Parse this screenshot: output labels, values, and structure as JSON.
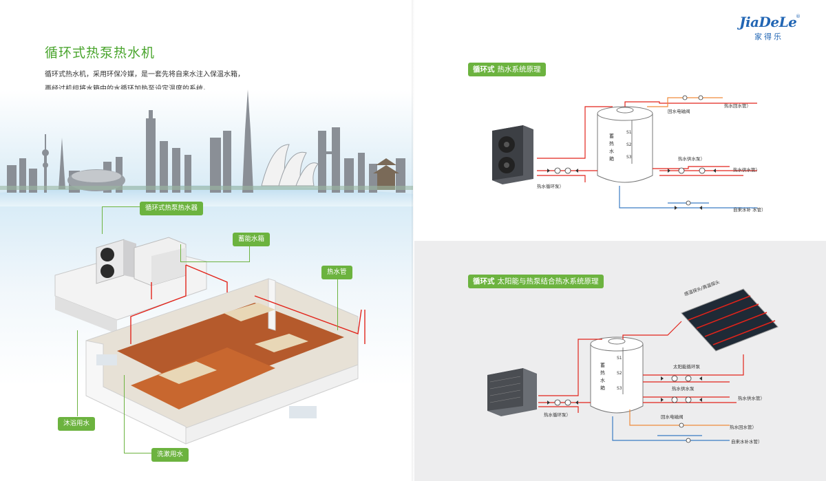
{
  "left": {
    "title": "循环式热泵热水机",
    "description": [
      "循环式热水机，采用环保冷媒，是一套先将自来水注入保温水箱，",
      "再经过机组将水箱中的水循环加热至设定温度的系统。"
    ],
    "callouts": {
      "heater": "循环式热泵热水器",
      "tank": "蓄能水箱",
      "pipe": "热水管",
      "bath": "沐浴用水",
      "wash": "洗漱用水"
    }
  },
  "logo": {
    "word": "JiaDeLe",
    "chinese": "家得乐",
    "reg": "®"
  },
  "diagram1": {
    "tag_bold": "循环式",
    "tag_rest": "热水系统原理",
    "tank_label": [
      "蓄",
      "热",
      "水",
      "箱"
    ],
    "sensors": [
      "S1",
      "S2",
      "S3"
    ],
    "labels": {
      "circ_pump": "热水循环泵）",
      "return_valve": "回水电磁阀",
      "return_pipe": "热水回水管）",
      "supply_pump": "热水供水泵）",
      "supply_pipe": "热水供水管）",
      "makeup_pipe": "自来水补 水管）"
    }
  },
  "diagram2": {
    "tag_bold": "循环式",
    "tag_rest": "太阳能与热泵结合热水系统原理",
    "tank_label": [
      "蓄",
      "热",
      "水",
      "箱"
    ],
    "sensors": [
      "S1",
      "S2",
      "S3"
    ],
    "labels": {
      "collector": "感温探头/高温探头",
      "solar_pump": "太阳能循环泵",
      "supply_pump": "热水供水泵",
      "supply_pipe": "热水供水管）",
      "return_valve": "回水电磁阀",
      "return_pipe": "热水回水管）",
      "makeup_pipe": "自来水补水管）",
      "circ_pump": "热水循环泵）"
    }
  },
  "colors": {
    "green": "#6cb33f",
    "title_green": "#4aa52e",
    "pipe_red": "#e2231a",
    "pipe_blue": "#3a7cc3",
    "pipe_orange": "#f08a3a",
    "logo_blue": "#2266b4"
  }
}
